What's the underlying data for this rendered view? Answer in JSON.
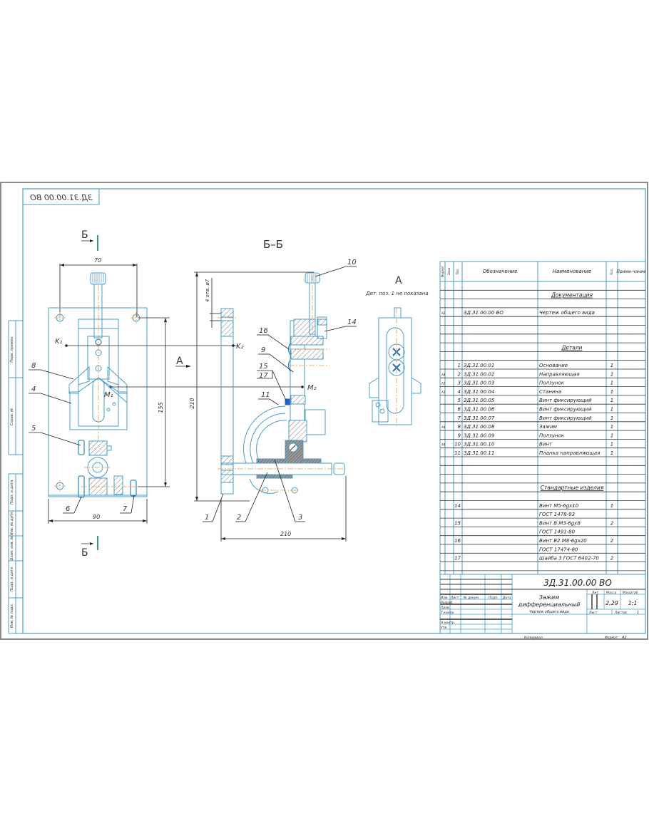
{
  "frame": {
    "mirrored_code": "3Д.31.00.00 ВО"
  },
  "views": {
    "section_marker": "Б",
    "section_title": "Б–Б",
    "view_arrow": "А",
    "view_a_title": "А",
    "view_a_note": "Дет. поз. 1 не показана",
    "points": {
      "k1": "K₁",
      "m1": "M₁",
      "k2": "K₂",
      "m2": "M₂"
    },
    "dimensions": {
      "top_width": "70",
      "bottom_width": "90",
      "height_155": "155",
      "height_210": "210",
      "length_210": "210",
      "holes": "4 отв. ø7"
    },
    "positions_left": [
      "8",
      "4",
      "5",
      "6",
      "7"
    ],
    "positions_section": [
      "10",
      "14",
      "16",
      "9",
      "15",
      "17",
      "11",
      "1",
      "2",
      "3"
    ]
  },
  "side_stamp": {
    "top": [
      "Перв. примен.",
      "Справ. №"
    ],
    "bottom": [
      "Подп. и дата",
      "Инв. № дубл.",
      "Взам. инв. №",
      "Подп. и дата",
      "Инв. № подл."
    ]
  },
  "spec_table": {
    "headers": [
      "Формат",
      "Зона",
      "Поз.",
      "Обозначение",
      "Наименование",
      "Кол.",
      "Приме-чание"
    ],
    "rows": [
      {
        "format": "",
        "zone": "",
        "pos": "",
        "designation": "",
        "name": "",
        "qty": "",
        "note": ""
      },
      {
        "format": "",
        "zone": "",
        "pos": "",
        "designation": "",
        "name": "Документация",
        "qty": "",
        "note": "",
        "section": true
      },
      {
        "format": "",
        "zone": "",
        "pos": "",
        "designation": "",
        "name": "",
        "qty": "",
        "note": ""
      },
      {
        "format": "А2",
        "zone": "",
        "pos": "",
        "designation": "3Д.31.00.00 ВО",
        "name": "Чертеж общего вида",
        "qty": "",
        "note": ""
      },
      {
        "format": "",
        "zone": "",
        "pos": "",
        "designation": "",
        "name": "",
        "qty": "",
        "note": ""
      },
      {
        "format": "",
        "zone": "",
        "pos": "",
        "designation": "",
        "name": "",
        "qty": "",
        "note": ""
      },
      {
        "format": "",
        "zone": "",
        "pos": "",
        "designation": "",
        "name": "",
        "qty": "",
        "note": ""
      },
      {
        "format": "",
        "zone": "",
        "pos": "",
        "designation": "",
        "name": "Детали",
        "qty": "",
        "note": "",
        "section": true
      },
      {
        "format": "",
        "zone": "",
        "pos": "",
        "designation": "",
        "name": "",
        "qty": "",
        "note": ""
      },
      {
        "format": "",
        "zone": "",
        "pos": "1",
        "designation": "3Д.31.00.01",
        "name": "Основание",
        "qty": "1",
        "note": ""
      },
      {
        "format": "А4",
        "zone": "",
        "pos": "2",
        "designation": "3Д.31.00.02",
        "name": "Направляющая",
        "qty": "1",
        "note": ""
      },
      {
        "format": "А3",
        "zone": "",
        "pos": "3",
        "designation": "3Д.31.00.03",
        "name": "Ползунок",
        "qty": "1",
        "note": ""
      },
      {
        "format": "А3",
        "zone": "",
        "pos": "4",
        "designation": "3Д.31.00.04",
        "name": "Станина",
        "qty": "1",
        "note": ""
      },
      {
        "format": "",
        "zone": "",
        "pos": "5",
        "designation": "3Д.31.00.05",
        "name": "Винт фиксирующий",
        "qty": "1",
        "note": ""
      },
      {
        "format": "",
        "zone": "",
        "pos": "6",
        "designation": "3Д.31.00.06",
        "name": "Винт фиксирующий",
        "qty": "1",
        "note": ""
      },
      {
        "format": "",
        "zone": "",
        "pos": "7",
        "designation": "3Д.31.00.07",
        "name": "Винт фиксирующий",
        "qty": "1",
        "note": ""
      },
      {
        "format": "А4",
        "zone": "",
        "pos": "8",
        "designation": "3Д.31.00.08",
        "name": "Зажим",
        "qty": "1",
        "note": ""
      },
      {
        "format": "",
        "zone": "",
        "pos": "9",
        "designation": "3Д.31.00.09",
        "name": "Ползунок",
        "qty": "1",
        "note": ""
      },
      {
        "format": "А4",
        "zone": "",
        "pos": "10",
        "designation": "3Д.31.00.10",
        "name": "Винт",
        "qty": "1",
        "note": ""
      },
      {
        "format": "",
        "zone": "",
        "pos": "11",
        "designation": "3Д.31.00.11",
        "name": "Планка направляющая",
        "qty": "1",
        "note": ""
      },
      {
        "format": "",
        "zone": "",
        "pos": "",
        "designation": "",
        "name": "",
        "qty": "",
        "note": ""
      },
      {
        "format": "",
        "zone": "",
        "pos": "",
        "designation": "",
        "name": "",
        "qty": "",
        "note": ""
      },
      {
        "format": "",
        "zone": "",
        "pos": "",
        "designation": "",
        "name": "",
        "qty": "",
        "note": ""
      },
      {
        "format": "",
        "zone": "",
        "pos": "",
        "designation": "",
        "name": "Стандартные изделия",
        "qty": "",
        "note": "",
        "section": true
      },
      {
        "format": "",
        "zone": "",
        "pos": "",
        "designation": "",
        "name": "",
        "qty": "",
        "note": ""
      },
      {
        "format": "",
        "zone": "",
        "pos": "14",
        "designation": "",
        "name": "Винт М5-6gх10",
        "qty": "1",
        "note": ""
      },
      {
        "format": "",
        "zone": "",
        "pos": "",
        "designation": "",
        "name": "ГОСТ 1478-93",
        "qty": "",
        "note": ""
      },
      {
        "format": "",
        "zone": "",
        "pos": "15",
        "designation": "",
        "name": "Винт В.М3-6gх8",
        "qty": "2",
        "note": ""
      },
      {
        "format": "",
        "zone": "",
        "pos": "",
        "designation": "",
        "name": "ГОСТ 1491-80",
        "qty": "",
        "note": ""
      },
      {
        "format": "",
        "zone": "",
        "pos": "16",
        "designation": "",
        "name": "Винт В2.М8-6gх20",
        "qty": "2",
        "note": ""
      },
      {
        "format": "",
        "zone": "",
        "pos": "",
        "designation": "",
        "name": "ГОСТ 17474-80",
        "qty": "",
        "note": ""
      },
      {
        "format": "",
        "zone": "",
        "pos": "17",
        "designation": "",
        "name": "Шайба 3 ГОСТ 6402-70",
        "qty": "2",
        "note": ""
      },
      {
        "format": "",
        "zone": "",
        "pos": "",
        "designation": "",
        "name": "",
        "qty": "",
        "note": ""
      },
      {
        "format": "",
        "zone": "",
        "pos": "",
        "designation": "",
        "name": "",
        "qty": "",
        "note": ""
      }
    ]
  },
  "title_block": {
    "code": "3Д.31.00.00  ВО",
    "name_line1": "Зажим",
    "name_line2": "дифференциальный",
    "doc_type": "Чертеж общего вида",
    "col_headers": [
      "Изм.",
      "Лист",
      "№ докум.",
      "Подп.",
      "Дата"
    ],
    "roles": [
      "Разраб.",
      "Пров.",
      "Т.контр.",
      "",
      "Н.контр.",
      "Утв."
    ],
    "lit_label": "Лит.",
    "mass_label": "Масса",
    "scale_label": "Масштаб",
    "mass": "2,29",
    "scale": "1:1",
    "sheet_label": "Лист",
    "sheets_label": "Листов",
    "sheets": "1",
    "copied": "Копировал",
    "format_label": "Формат",
    "format": "А2"
  },
  "colors": {
    "line": "#4a9cc9",
    "center": "#e2a050",
    "section_mark": "#2a8a5a",
    "text": "#333333"
  }
}
